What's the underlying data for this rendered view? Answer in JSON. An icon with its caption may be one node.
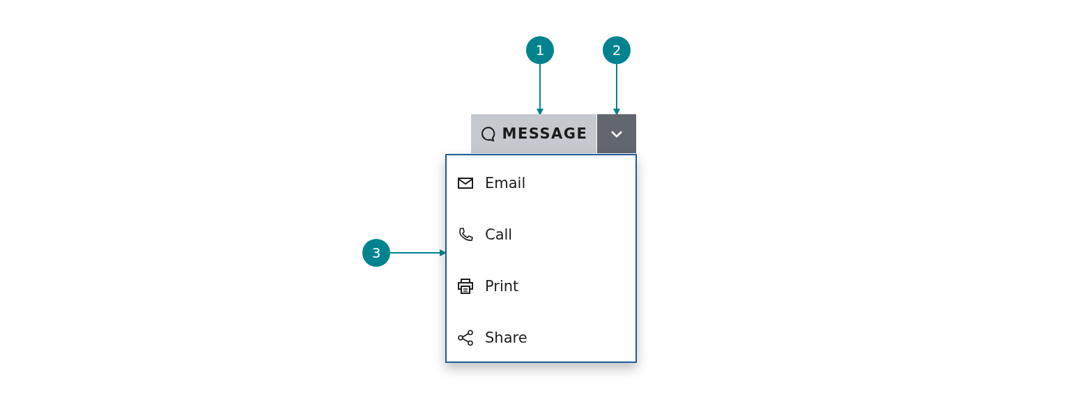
{
  "diagram": {
    "nodes": [
      {
        "text": [
          "1"
        ]
      },
      {
        "text": [
          "2"
        ]
      },
      {
        "text": [
          "MESSAGE"
        ]
      },
      {
        "text": [],
        "shape": "box"
      },
      {
        "text": [
          "3"
        ]
      },
      {
        "text": [],
        "shape": "box"
      },
      {
        "text": [
          "Email"
        ],
        "in": 5
      },
      {
        "text": [
          "Call"
        ],
        "in": 5
      },
      {
        "text": [
          "Print"
        ],
        "in": 5
      },
      {
        "text": [
          "Share"
        ],
        "in": 5
      }
    ],
    "edges": [
      {
        "from": 0,
        "to": 2,
        "arrow": "to"
      },
      {
        "from": 1,
        "to": 3,
        "arrow": "to"
      },
      {
        "from": 4,
        "to": 5,
        "arrow": "to"
      }
    ]
  }
}
